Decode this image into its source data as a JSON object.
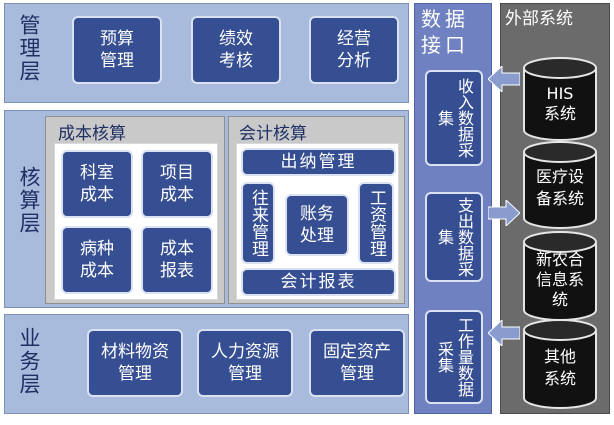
{
  "management": {
    "title": "管理层",
    "items": [
      "预算\n管理",
      "绩效\n考核",
      "经营\n分析"
    ]
  },
  "accounting": {
    "title": "核算层",
    "cost": {
      "title": "成本核算",
      "items": [
        "科室\n成本",
        "项目\n成本",
        "病种\n成本",
        "成本\n报表"
      ]
    },
    "acct": {
      "title": "会计核算",
      "cashier": "出纳管理",
      "dealings": "往来管理",
      "salary": "工资管理",
      "ledger": "账务\n处理",
      "report": "会计报表"
    }
  },
  "business": {
    "title": "业务层",
    "items": [
      "材料物资\n管理",
      "人力资源\n管理",
      "固定资产\n管理"
    ]
  },
  "interface": {
    "title": "数据接口",
    "items": [
      "收入数据采集",
      "支出数据采集",
      "工作量数据采集"
    ]
  },
  "external": {
    "title": "外部系统",
    "items": [
      "HIS\n系统",
      "医疗设\n备系统",
      "新农合\n信息系\n统",
      "其他\n系统"
    ]
  },
  "colors": {
    "layer_bg": "#a9bbdc",
    "box_bg": "#364f93",
    "interface_bg": "#6f81c0",
    "external_bg": "#6b6b6b"
  }
}
